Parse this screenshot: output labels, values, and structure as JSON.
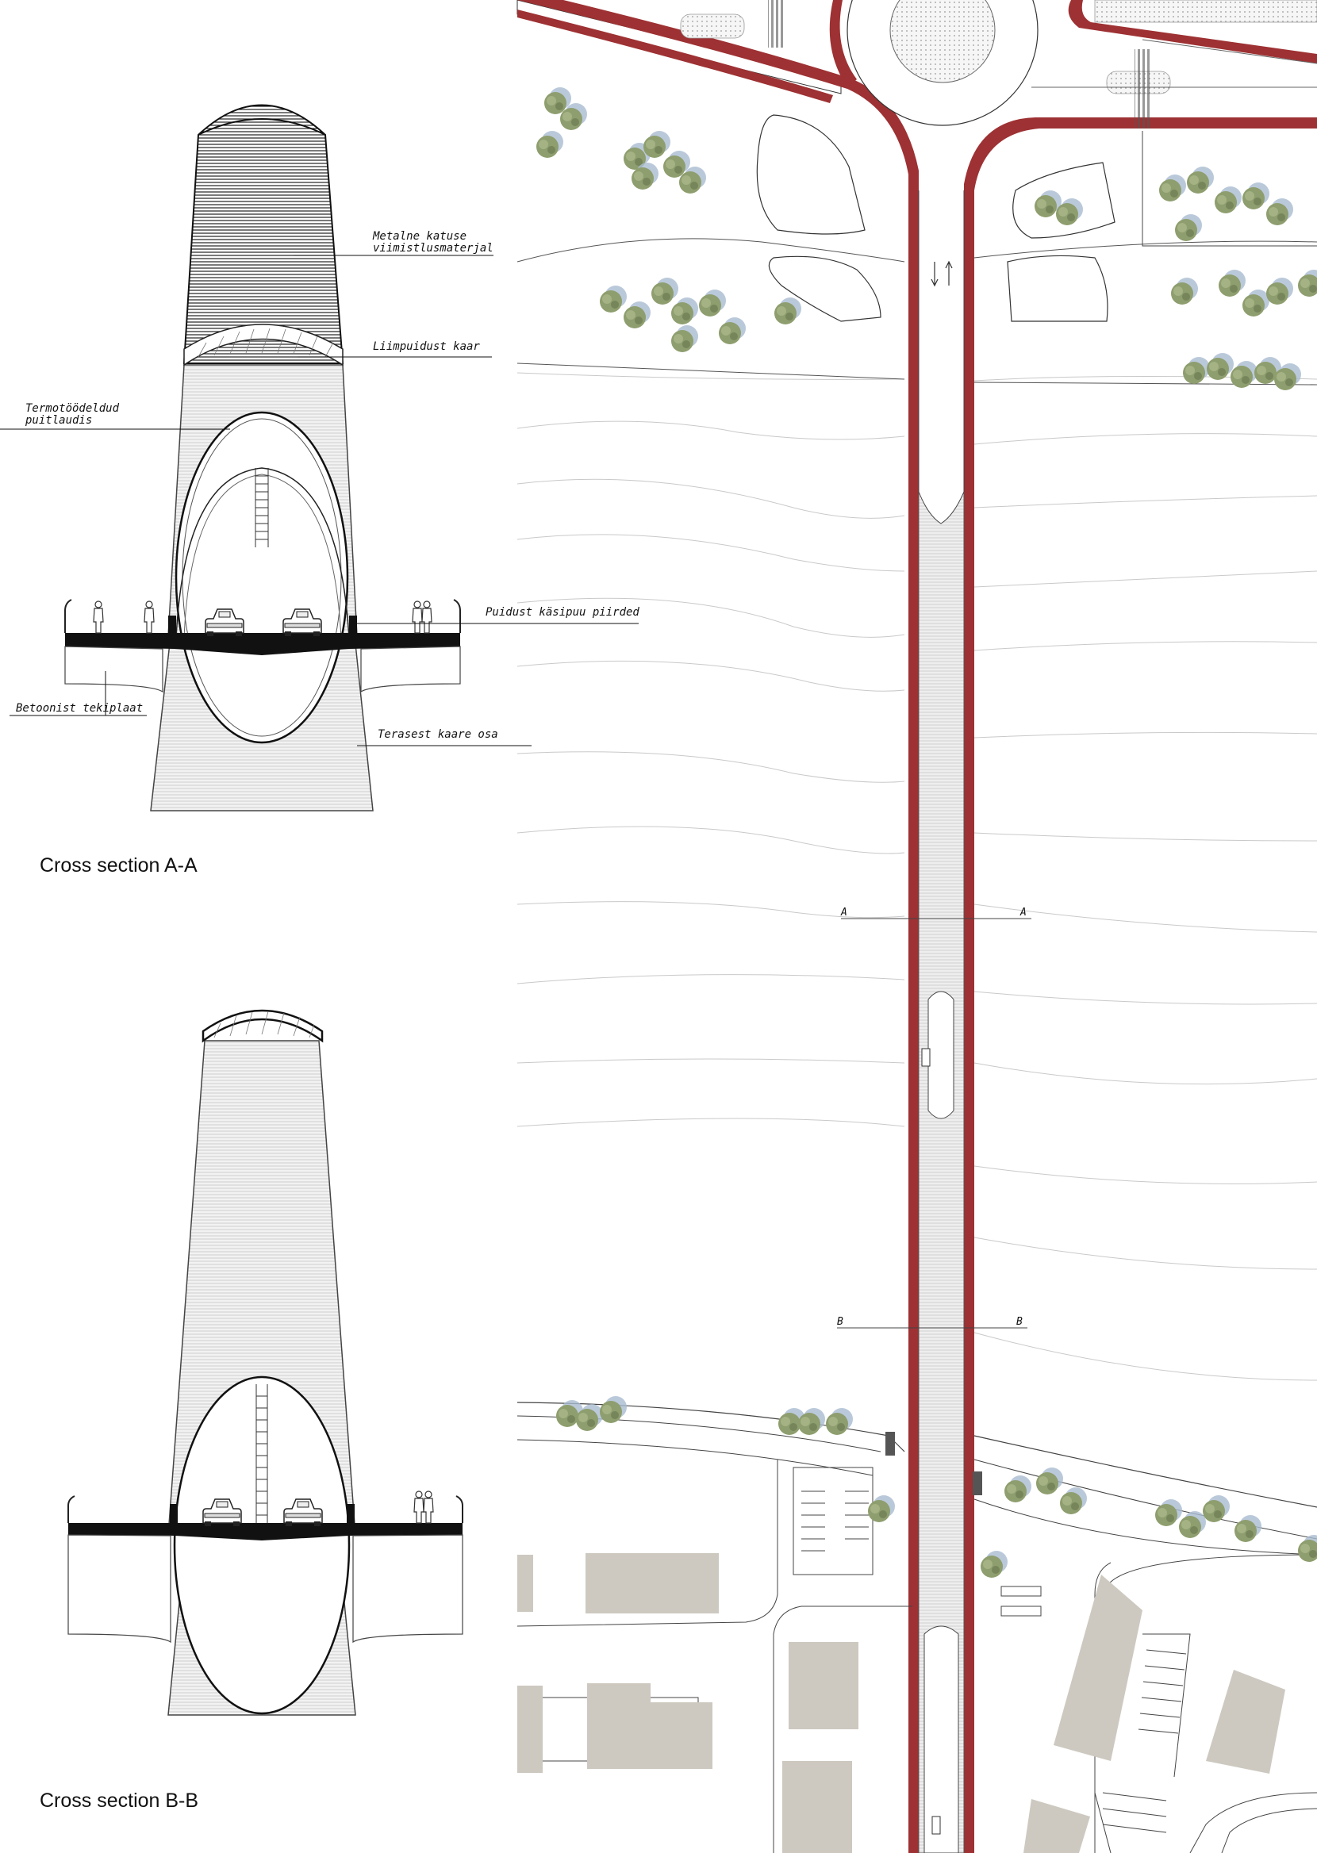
{
  "sections": {
    "a": {
      "title": "Cross section A-A",
      "labels": {
        "roof_finish_1": "Metalne katuse",
        "roof_finish_2": "viimistlusmaterjal",
        "glulam_arch": "Liimpuidust kaar",
        "thermo_1": "Termotöödeldud",
        "thermo_2": "puitlaudis",
        "handrail": "Puidust käsipuu piirded",
        "deck_slab": "Betoonist tekiplaat",
        "steel_arch": "Terasest kaare osa"
      }
    },
    "b": {
      "title": "Cross section B-B"
    }
  },
  "plan": {
    "section_marks": {
      "a": "A",
      "b": "B"
    },
    "colors": {
      "bikeway": "#9e3133",
      "tree": "#8e9e6e",
      "tree_shadow": "#a9bcd1",
      "building": "#cdc9c0",
      "line": "#333333",
      "contour": "#c9c9c9"
    }
  }
}
